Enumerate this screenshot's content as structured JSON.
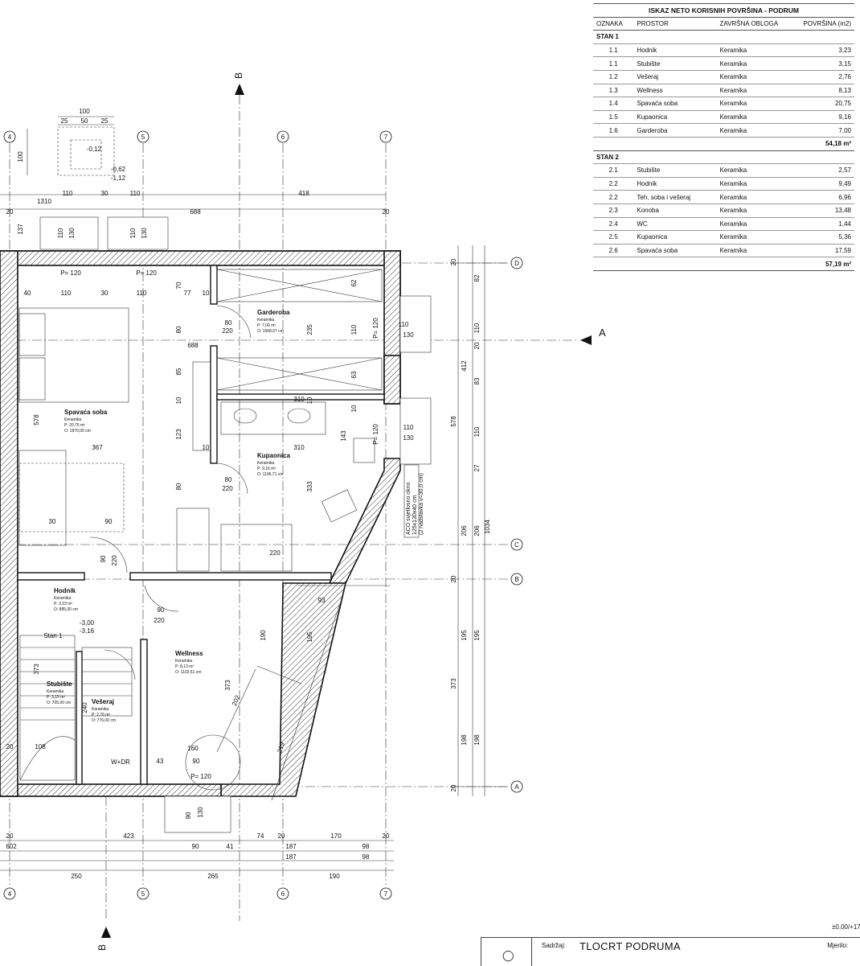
{
  "area_table": {
    "title": "ISKAZ NETO KORISNIH POVRŠINA - PODRUM",
    "headers": [
      "OZNAKA",
      "PROSTOR",
      "ZAVRŠNA OBLOGA",
      "POVRŠINA (m2)"
    ],
    "sections": [
      {
        "name": "STAN 1",
        "rows": [
          [
            "1.1",
            "Hodnik",
            "Keramika",
            "3,23"
          ],
          [
            "1.1",
            "Stubište",
            "Keramika",
            "3,15"
          ],
          [
            "1.2",
            "Vešeraj",
            "Keramika",
            "2,76"
          ],
          [
            "1.3",
            "Wellness",
            "Keramika",
            "8,13"
          ],
          [
            "1.4",
            "Spavaća soba",
            "Keramika",
            "20,75"
          ],
          [
            "1.5",
            "Kupaonica",
            "Keramika",
            "9,16"
          ],
          [
            "1.6",
            "Garderoba",
            "Keramika",
            "7,00"
          ]
        ],
        "total": "54,18 m²"
      },
      {
        "name": "STAN 2",
        "rows": [
          [
            "2.1",
            "Stubište",
            "Keramika",
            "2,57"
          ],
          [
            "2.2",
            "Hodnik",
            "Keramika",
            "9,49"
          ],
          [
            "2.2",
            "Teh. soba i vešeraj",
            "Keramika",
            "6,96"
          ],
          [
            "2.3",
            "Konoba",
            "Keramika",
            "13,48"
          ],
          [
            "2.4",
            "WC",
            "Keramika",
            "1,44"
          ],
          [
            "2.5",
            "Kupaonica",
            "Keramika",
            "5,36"
          ],
          [
            "2.6",
            "Spavaća soba",
            "Keramika",
            "17,59"
          ]
        ],
        "total": "57,19 m²"
      }
    ]
  },
  "rooms": {
    "garderoba": {
      "name": "Garderoba",
      "finish": "Keramika",
      "p": "P: 7,00 m²",
      "o": "O: 1068,97 cm"
    },
    "spavaca": {
      "name": "Spavaća soba",
      "finish": "Keramika",
      "p": "P: 20,75 m²",
      "o": "O: 1870,00 cm"
    },
    "kupaonica": {
      "name": "Kupaonica",
      "finish": "Keramika",
      "p": "P: 9,16 m²",
      "o": "O: 1196,71 cm"
    },
    "hodnik": {
      "name": "Hodnik",
      "finish": "Keramika",
      "p": "P: 3,23 m²",
      "o": "O: 885,00 cm"
    },
    "wellness": {
      "name": "Wellness",
      "finish": "Keramika",
      "p": "P: 8,13 m²",
      "o": "O: 1102,51 cm"
    },
    "stubiste": {
      "name": "Stubište",
      "finish": "Keramika",
      "p": "P: 3,15 m²",
      "o": "O: 705,00 cm"
    },
    "veseraj": {
      "name": "Vešeraj",
      "finish": "Keramika",
      "p": "P: 2,76 m²",
      "o": "O: 776,00 cm"
    }
  },
  "grid_labels": {
    "n4": "4",
    "n5": "5",
    "n6": "6",
    "n7": "7",
    "d": "D",
    "c": "C",
    "b": "B",
    "a": "A"
  },
  "section_labels": {
    "a": "A",
    "b": "B"
  },
  "dims": {
    "d100": "100",
    "d25": "25",
    "d50": "50",
    "d25b": "25",
    "d100v": "100",
    "e012": "-0,12",
    "e062": "-0,62",
    "e112": "-1,12",
    "d110a": "110",
    "d30a": "30",
    "d110b": "110",
    "d418": "418",
    "d1310": "1310",
    "d20a": "20",
    "d688": "688",
    "d20b": "20",
    "d137": "137",
    "w110a": "110",
    "w130a": "130",
    "w110b": "110",
    "w130b": "130",
    "p120a": "P= 120",
    "p120b": "P= 120",
    "p120c": "P= 120",
    "p120d": "P= 120",
    "p120e": "P= 120",
    "d40": "40",
    "d110c": "110",
    "d30b": "30",
    "d110d": "110",
    "d77": "77",
    "d10a": "10",
    "d70": "70",
    "d80a": "80",
    "d220a": "220",
    "d688b": "688",
    "d235": "235",
    "d62": "62",
    "d110e": "110",
    "d85": "85",
    "d63": "63",
    "d10b": "10",
    "d10c": "10",
    "d10d": "10",
    "d123": "123",
    "d578a": "578",
    "d367": "367",
    "d310a": "310",
    "d310b": "310",
    "d10e": "10",
    "d143": "143",
    "d80b": "80",
    "d220b": "220",
    "d80c": "80",
    "d333": "333",
    "d30c": "30",
    "d90a": "90",
    "d220c": "220",
    "d90b": "90",
    "d220d": "220",
    "d90c": "90",
    "d220e": "220",
    "e300": "-3,00",
    "e316": "-3,16",
    "stan1": "Stan 1",
    "d373a": "373",
    "d190": "190",
    "d373b": "373",
    "d202": "202",
    "d219": "219",
    "d195a": "195",
    "d93": "93",
    "d160": "160",
    "d43": "43",
    "d90d": "90",
    "d108": "108",
    "d20c": "20",
    "d240": "240",
    "wdr": "W+DR",
    "w90": "90",
    "w130c": "130",
    "w110f": "110",
    "w130d": "130",
    "w110g": "110",
    "w130e": "130",
    "r20a": "20",
    "r82": "82",
    "r110a": "110",
    "r20b": "20",
    "r412": "412",
    "r83": "83",
    "r578": "578",
    "r110b": "110",
    "r27": "27",
    "r206a": "206",
    "r206b": "206",
    "r1034": "1034",
    "r20c": "20",
    "r195a": "195",
    "r195b": "195",
    "r373": "373",
    "r198a": "198",
    "r198b": "198",
    "r20d": "20",
    "b20": "20",
    "b423": "423",
    "b74": "74",
    "b20b": "20",
    "b170": "170",
    "b20c": "20",
    "b602": "602",
    "b90": "90",
    "b41": "41",
    "b187a": "187",
    "b98a": "98",
    "b187b": "187",
    "b98b": "98",
    "b250": "250",
    "b265": "265",
    "b190": "190"
  },
  "aco_note": [
    "ACO svjetlosno okno",
    "125x130x40 cm",
    "(2 nadstavka v=30,0 cm)"
  ],
  "title_block": {
    "content_label": "Sadržaj:",
    "content_value": "TLOCRT PODRUMA",
    "scale_label": "Mjerilo:"
  },
  "elevation": "±0,00/+17"
}
